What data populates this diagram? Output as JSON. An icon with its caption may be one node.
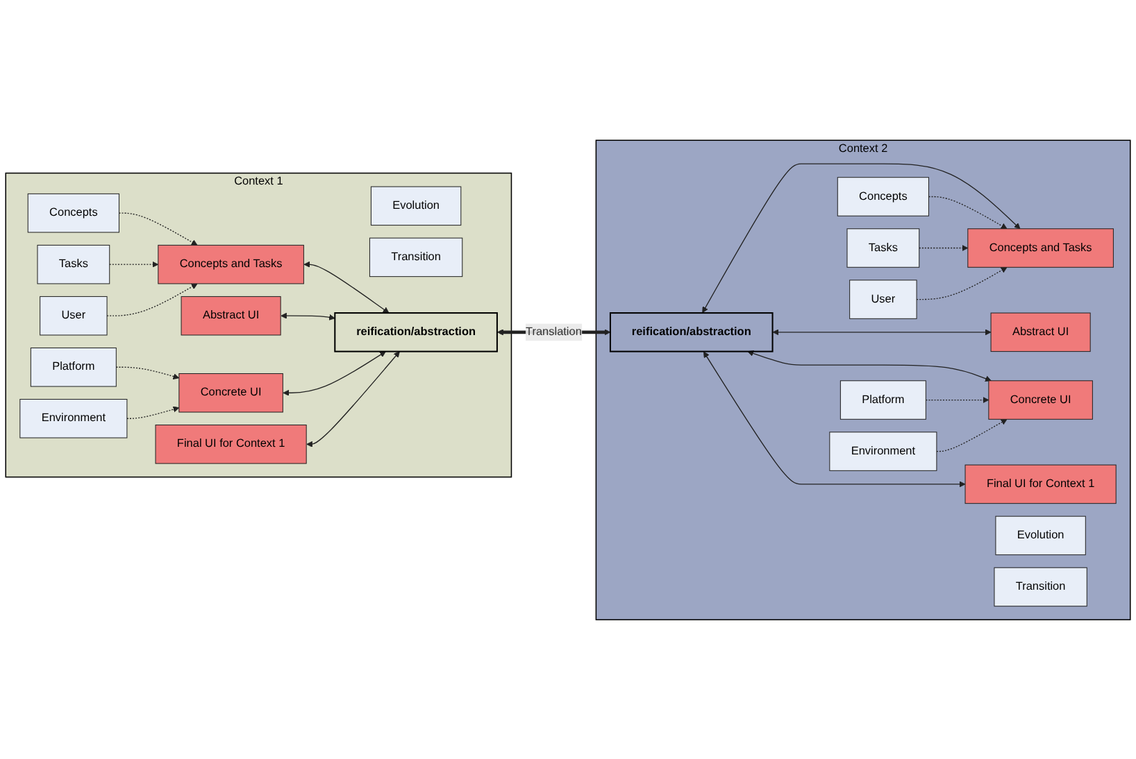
{
  "diagram": {
    "nodes": [
      {
        "text": [
          "Context 1"
        ]
      },
      {
        "text": [
          "Concepts"
        ],
        "in": 0
      },
      {
        "text": [
          "Tasks"
        ],
        "in": 0
      },
      {
        "text": [
          "User"
        ],
        "in": 0
      },
      {
        "text": [
          "Platform"
        ],
        "in": 0
      },
      {
        "text": [
          "Environment"
        ],
        "in": 0
      },
      {
        "text": [
          "Evolution"
        ],
        "in": 0
      },
      {
        "text": [
          "Transition"
        ],
        "in": 0
      },
      {
        "text": [
          "Concepts and Tasks"
        ],
        "in": 0
      },
      {
        "text": [
          "Abstract UI"
        ],
        "in": 0
      },
      {
        "text": [
          "Concrete UI"
        ],
        "in": 0
      },
      {
        "text": [
          "Final UI for Context 1"
        ],
        "in": 0
      },
      {
        "text": [
          "reification/abstraction"
        ],
        "in": 0
      },
      {
        "text": [
          "Context 2"
        ]
      },
      {
        "text": [
          "reification/abstraction"
        ],
        "in": 13
      },
      {
        "text": [
          "Concepts and Tasks"
        ],
        "in": 13
      },
      {
        "text": [
          "Abstract UI"
        ],
        "in": 13
      },
      {
        "text": [
          "Concrete UI"
        ],
        "in": 13
      },
      {
        "text": [
          "Final UI for Context 1"
        ],
        "in": 13
      },
      {
        "text": [
          "Concepts"
        ],
        "in": 13
      },
      {
        "text": [
          "Tasks"
        ],
        "in": 13
      },
      {
        "text": [
          "User"
        ],
        "in": 13
      },
      {
        "text": [
          "Platform"
        ],
        "in": 13
      },
      {
        "text": [
          "Environment"
        ],
        "in": 13
      },
      {
        "text": [
          "Evolution"
        ],
        "in": 13
      },
      {
        "text": [
          "Transition"
        ],
        "in": 13
      }
    ],
    "edges": [
      {
        "from": 1,
        "to": 8,
        "arrow": "to",
        "style": "dashed"
      },
      {
        "from": 2,
        "to": 8,
        "arrow": "to",
        "style": "dashed"
      },
      {
        "from": 3,
        "to": 8,
        "arrow": "to",
        "style": "dashed"
      },
      {
        "from": 4,
        "to": 10,
        "arrow": "to",
        "style": "dashed"
      },
      {
        "from": 5,
        "to": 10,
        "arrow": "to",
        "style": "dashed"
      },
      {
        "from": 8,
        "to": 12,
        "arrow": "both"
      },
      {
        "from": 9,
        "to": 12,
        "arrow": "both"
      },
      {
        "from": 10,
        "to": 12,
        "arrow": "both"
      },
      {
        "from": 11,
        "to": 12,
        "arrow": "both"
      },
      {
        "from": 12,
        "to": 14,
        "arrow": "both",
        "label": "Translation",
        "style": "thick"
      },
      {
        "from": 14,
        "to": 15,
        "arrow": "both"
      },
      {
        "from": 14,
        "to": 16,
        "arrow": "both"
      },
      {
        "from": 14,
        "to": 17,
        "arrow": "both"
      },
      {
        "from": 14,
        "to": 18,
        "arrow": "both"
      },
      {
        "from": 19,
        "to": 15,
        "arrow": "to",
        "style": "dashed"
      },
      {
        "from": 20,
        "to": 15,
        "arrow": "to",
        "style": "dashed"
      },
      {
        "from": 21,
        "to": 15,
        "arrow": "to",
        "style": "dashed"
      },
      {
        "from": 22,
        "to": 17,
        "arrow": "to",
        "style": "dashed"
      },
      {
        "from": 23,
        "to": 17,
        "arrow": "to",
        "style": "dashed"
      }
    ]
  }
}
